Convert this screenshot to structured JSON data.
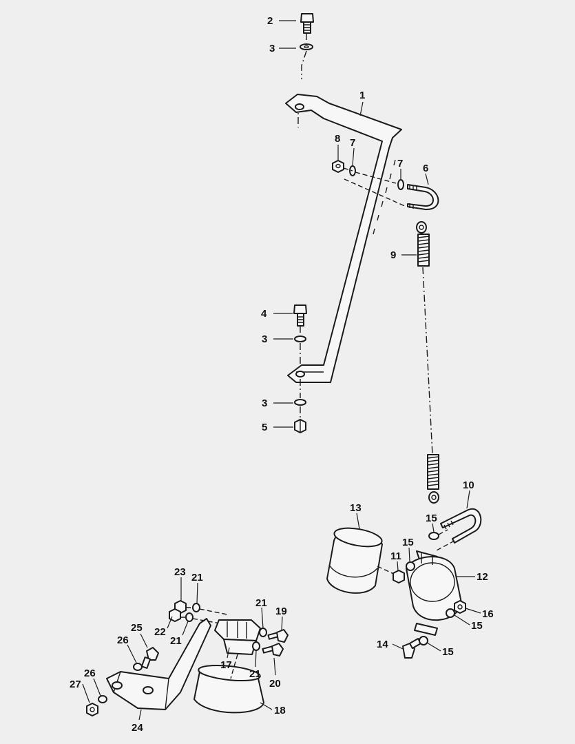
{
  "diagram": {
    "callouts": [
      "1",
      "2",
      "3",
      "4",
      "5",
      "6",
      "7",
      "8",
      "9",
      "10",
      "11",
      "12",
      "13",
      "14",
      "15",
      "16",
      "17",
      "18",
      "19",
      "20",
      "21",
      "22",
      "23",
      "24",
      "25",
      "26",
      "27"
    ]
  },
  "labels": {
    "l2": "2",
    "l3a": "3",
    "l1": "1",
    "l8": "8",
    "l7a": "7",
    "l7b": "7",
    "l6": "6",
    "l9": "9",
    "l4": "4",
    "l3b": "3",
    "l3c": "3",
    "l5": "5",
    "l10": "10",
    "l13": "13",
    "l15a": "15",
    "l15b": "15",
    "l11": "11",
    "l12": "12",
    "l16": "16",
    "l15c": "15",
    "l14": "14",
    "l15d": "15",
    "l23": "23",
    "l21a": "21",
    "l21b": "21",
    "l19": "19",
    "l22": "22",
    "l21c": "21",
    "l25": "25",
    "l26a": "26",
    "l21d": "21",
    "l17": "17",
    "l20": "20",
    "l26b": "26",
    "l27": "27",
    "l24": "24",
    "l18": "18"
  }
}
